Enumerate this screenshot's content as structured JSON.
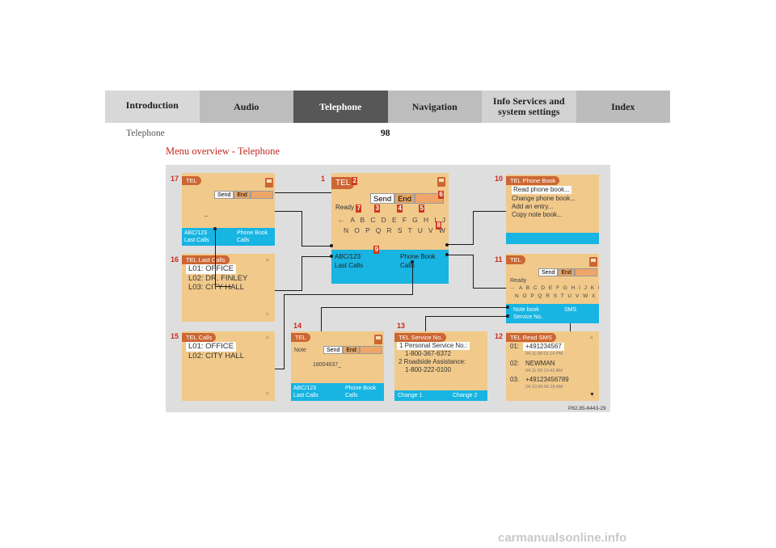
{
  "nav": {
    "tabs": [
      {
        "label": "Introduction"
      },
      {
        "label": "Audio"
      },
      {
        "label": "Telephone",
        "active": true
      },
      {
        "label": "Navigation"
      },
      {
        "label": "Info Services and system settings"
      },
      {
        "label": "Index"
      }
    ]
  },
  "header": {
    "section": "Telephone",
    "page_number": "98"
  },
  "page_title": "Menu overview - Telephone",
  "common": {
    "tel": "TEL",
    "send": "Send",
    "end": "End",
    "ready": "Ready",
    "abc123": "ABC/123",
    "last_calls": "Last Calls",
    "phone_book": "Phone Book",
    "calls": "Calls",
    "alphabet_row1": "← A B C D E F G H I J K L M",
    "alphabet_row2": "N O P Q R S T U V W X Y Z"
  },
  "callouts": [
    "1",
    "2",
    "3",
    "4",
    "5",
    "6",
    "7",
    "8",
    "9",
    "10",
    "11",
    "12",
    "13",
    "14",
    "15",
    "16",
    "17"
  ],
  "screens": {
    "s17": {
      "dash": "_"
    },
    "s10": {
      "title": "TEL Phone Book",
      "items": [
        "Read phone book...",
        "Change phone book...",
        "Add an entry...",
        "Copy note book..."
      ]
    },
    "s16": {
      "title": "TEL Last Calls",
      "items": [
        "L01: OFFICE",
        "L02: DR. FINLEY",
        "L03: CITY HALL"
      ]
    },
    "s11": {
      "note_book": "Note book",
      "sms": "SMS",
      "service_no": "Service No."
    },
    "s15": {
      "title": "TEL Calls",
      "items": [
        "L01: OFFICE",
        "L02: CITY HALL"
      ]
    },
    "s14": {
      "note": "Note",
      "number": "18004637_"
    },
    "s13": {
      "title": "TEL Service No.",
      "l1": "1 Personal Service No.:",
      "l2": "1-800-367-6372",
      "l3": "2 Roadside Assistance:",
      "l4": "1-800-222-0100",
      "change1": "Change 1",
      "change2": "Change 2"
    },
    "s12": {
      "title": "TEL Read SMS",
      "entries": [
        {
          "label": "01:",
          "value": "+491234567",
          "date": "04.11.99 01.14 PM"
        },
        {
          "label": "02:",
          "value": "NEWMAN",
          "date": "04.11.99 10.42 AM"
        },
        {
          "label": "03:",
          "value": "+49123456789",
          "date": "24.10.99 06.16 AM"
        }
      ]
    }
  },
  "figure_code": "P82.85-6443-29",
  "watermark": "carmanualsonline.info"
}
